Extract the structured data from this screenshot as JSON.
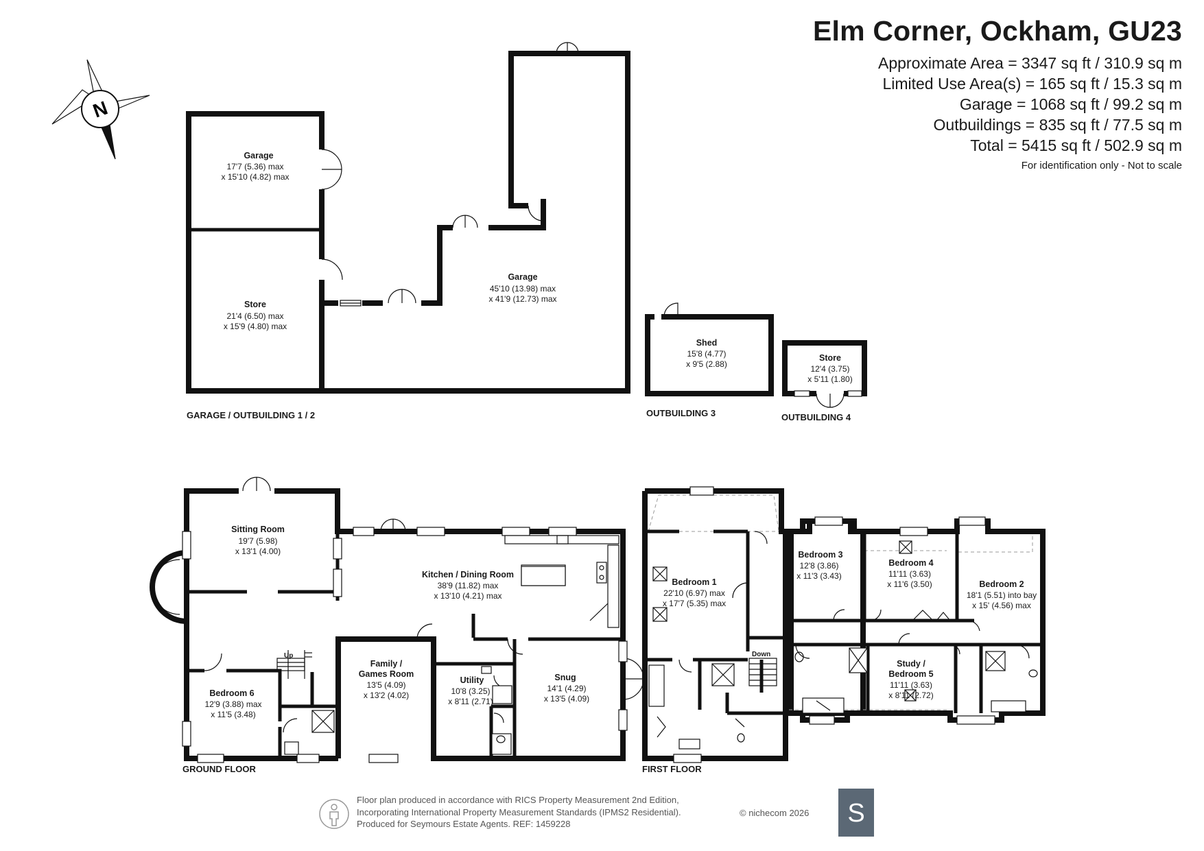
{
  "header": {
    "title": "Elm Corner, Ockham, GU23",
    "areas": [
      "Approximate Area = 3347 sq ft / 310.9 sq m",
      "Limited Use Area(s) = 165 sq ft / 15.3 sq m",
      "Garage = 1068 sq ft / 99.2 sq m",
      "Outbuildings = 835 sq ft / 77.5 sq m",
      "Total = 5415 sq ft / 502.9 sq m"
    ],
    "note": "For identification only - Not to scale"
  },
  "compass": {
    "letter": "N"
  },
  "floors": {
    "outbuilding_1_2": "GARAGE / OUTBUILDING 1 / 2",
    "outbuilding_3": "OUTBUILDING 3",
    "outbuilding_4": "OUTBUILDING 4",
    "ground": "GROUND FLOOR",
    "first": "FIRST FLOOR"
  },
  "rooms": {
    "garage_small": {
      "name": "Garage",
      "dim1": "17'7 (5.36) max",
      "dim2": "x 15'10 (4.82) max"
    },
    "store_large": {
      "name": "Store",
      "dim1": "21'4 (6.50) max",
      "dim2": "x 15'9 (4.80) max"
    },
    "garage_large": {
      "name": "Garage",
      "dim1": "45'10 (13.98) max",
      "dim2": "x 41'9 (12.73) max"
    },
    "shed": {
      "name": "Shed",
      "dim1": "15'8 (4.77)",
      "dim2": "x 9'5 (2.88)"
    },
    "store_small": {
      "name": "Store",
      "dim1": "12'4 (3.75)",
      "dim2": "x 5'11 (1.80)"
    },
    "sitting_room": {
      "name": "Sitting Room",
      "dim1": "19'7 (5.98)",
      "dim2": "x 13'1 (4.00)"
    },
    "kitchen": {
      "name": "Kitchen / Dining Room",
      "dim1": "38'9 (11.82) max",
      "dim2": "x 13'10 (4.21) max"
    },
    "family": {
      "name1": "Family /",
      "name2": "Games Room",
      "dim1": "13'5 (4.09)",
      "dim2": "x 13'2 (4.02)"
    },
    "utility": {
      "name": "Utility",
      "dim1": "10'8 (3.25)",
      "dim2": "x 8'11 (2.71)"
    },
    "snug": {
      "name": "Snug",
      "dim1": "14'1 (4.29)",
      "dim2": "x 13'5 (4.09)"
    },
    "bedroom6": {
      "name": "Bedroom 6",
      "dim1": "12'9 (3.88) max",
      "dim2": "x 11'5 (3.48)"
    },
    "bedroom1": {
      "name": "Bedroom 1",
      "dim1": "22'10 (6.97) max",
      "dim2": "x 17'7 (5.35) max"
    },
    "bedroom3": {
      "name": "Bedroom 3",
      "dim1": "12'8 (3.86)",
      "dim2": "x 11'3 (3.43)"
    },
    "bedroom4": {
      "name": "Bedroom 4",
      "dim1": "11'11 (3.63)",
      "dim2": "x 11'6 (3.50)"
    },
    "bedroom2": {
      "name": "Bedroom 2",
      "dim1": "18'1 (5.51) into bay",
      "dim2": "x 15' (4.56) max"
    },
    "study": {
      "name1": "Study /",
      "name2": "Bedroom 5",
      "dim1": "11'11 (3.63)",
      "dim2": "x 8'11 (2.72)"
    }
  },
  "stairs": {
    "up": "Up",
    "down": "Down"
  },
  "footer": {
    "lines": [
      "Floor plan produced in accordance with RICS Property Measurement 2nd Edition,",
      "Incorporating International Property Measurement Standards (IPMS2 Residential).",
      "Produced for Seymours Estate Agents.   REF: 1459228"
    ],
    "copyright": "© nichecom 2026",
    "logo_letter": "S"
  }
}
